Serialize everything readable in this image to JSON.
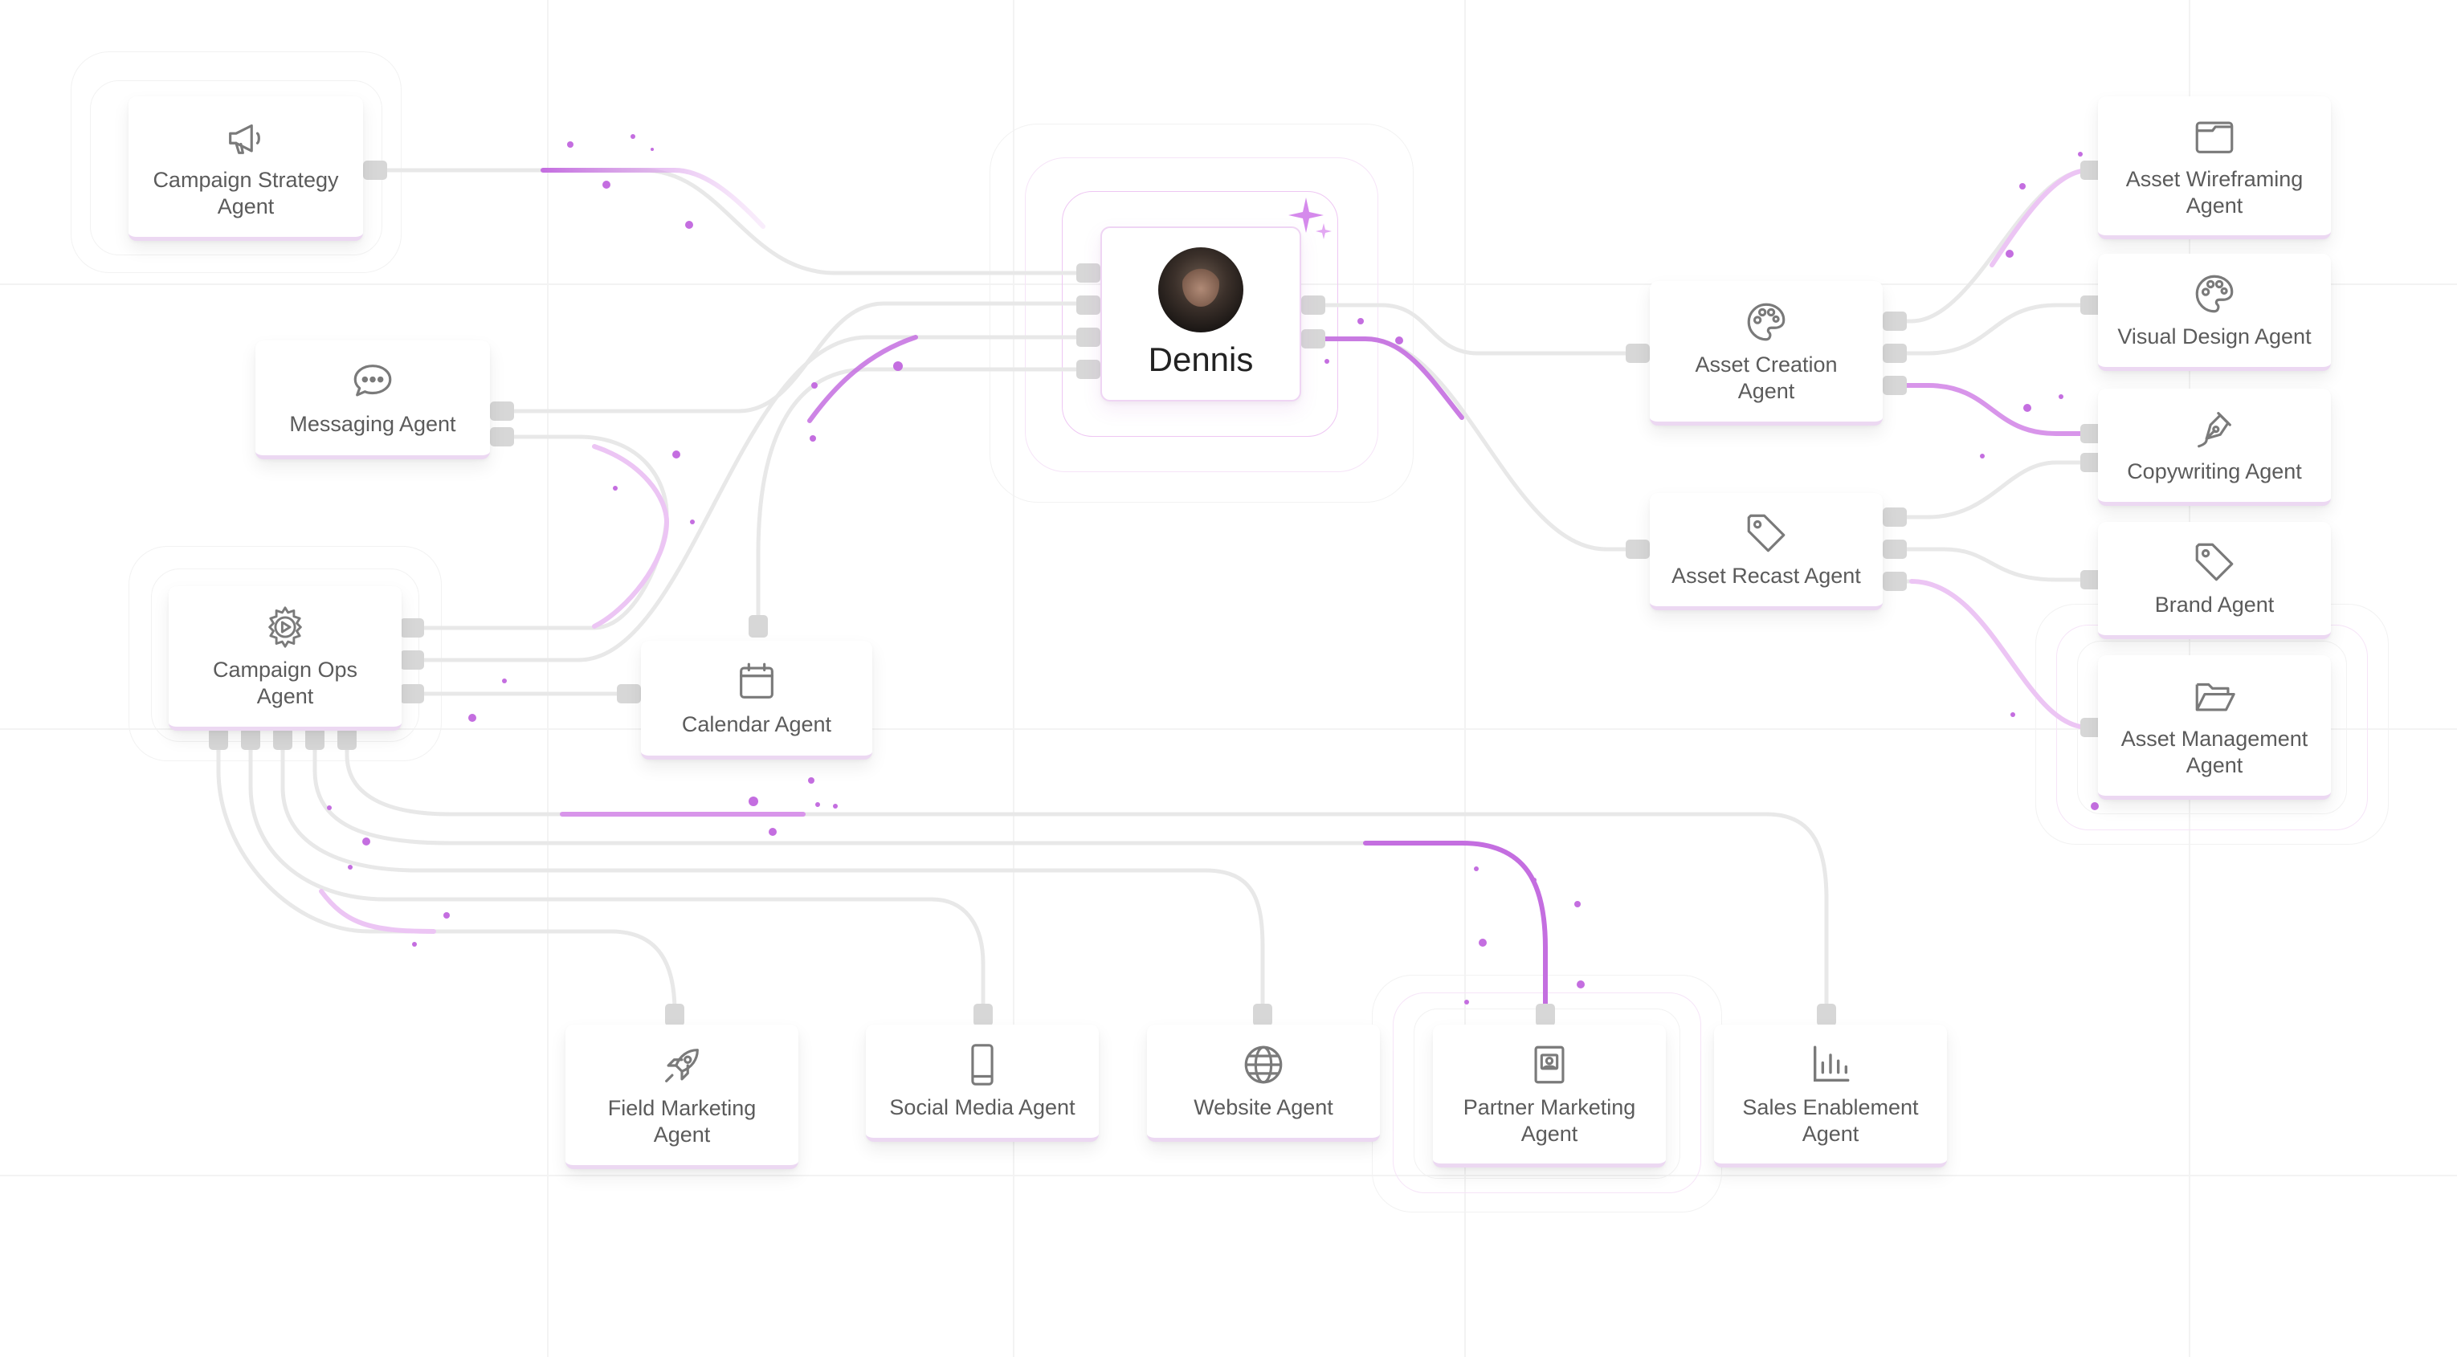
{
  "center": {
    "name": "Dennis",
    "avatar": "person-photo"
  },
  "agents": {
    "campaign_strategy": {
      "label": "Campaign Strategy\nAgent",
      "icon": "megaphone-icon"
    },
    "messaging": {
      "label": "Messaging Agent",
      "icon": "chat-bubble-icon"
    },
    "campaign_ops": {
      "label": "Campaign Ops\nAgent",
      "icon": "gear-play-icon"
    },
    "calendar": {
      "label": "Calendar Agent",
      "icon": "calendar-icon"
    },
    "asset_creation": {
      "label": "Asset Creation\nAgent",
      "icon": "palette-icon"
    },
    "asset_recast": {
      "label": "Asset Recast Agent",
      "icon": "tag-icon"
    },
    "asset_wireframing": {
      "label": "Asset Wireframing\nAgent",
      "icon": "browser-window-icon"
    },
    "visual_design": {
      "label": "Visual Design Agent",
      "icon": "palette-icon"
    },
    "copywriting": {
      "label": "Copywriting Agent",
      "icon": "pen-nib-icon"
    },
    "brand": {
      "label": "Brand Agent",
      "icon": "tag-icon"
    },
    "asset_management": {
      "label": "Asset Management\nAgent",
      "icon": "open-folder-icon"
    },
    "field_marketing": {
      "label": "Field Marketing\nAgent",
      "icon": "rocket-icon"
    },
    "social_media": {
      "label": "Social Media Agent",
      "icon": "phone-icon"
    },
    "website": {
      "label": "Website Agent",
      "icon": "globe-icon"
    },
    "partner_marketing": {
      "label": "Partner Marketing\nAgent",
      "icon": "id-badge-icon"
    },
    "sales_enablement": {
      "label": "Sales Enablement\nAgent",
      "icon": "bar-chart-icon"
    }
  },
  "colors": {
    "accent": "#c46ee0",
    "accent_light": "#ecc5f4",
    "wire": "#e6e6e6",
    "text": "#5b5b5b",
    "icon": "#7a7a7a"
  }
}
